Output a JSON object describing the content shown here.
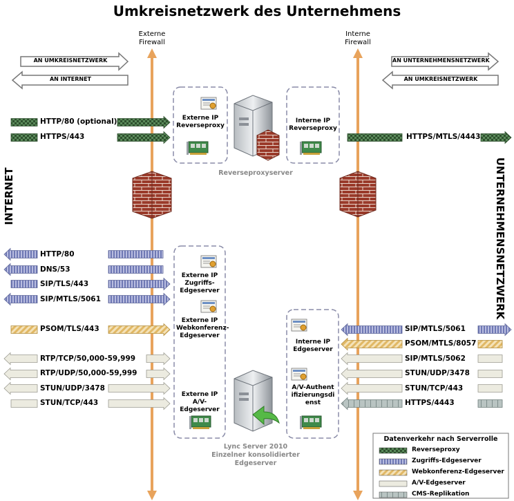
{
  "title": "Umkreisnetzwerk des Unternehmens",
  "side_labels": {
    "left": "INTERNET",
    "right": "UNTERNEHMENSNETZWERK"
  },
  "firewalls": {
    "external": {
      "line1": "Externe",
      "line2": "Firewall"
    },
    "internal": {
      "line1": "Interne",
      "line2": "Firewall"
    }
  },
  "direction_arrows": {
    "to_perimeter": "AN UMKREISNETZWERK",
    "to_internet": "AN INTERNET",
    "to_corporate": "AN UNTERNEHMENSNETZWERK",
    "to_perimeter_right": "AN UMKREISNETZWERK"
  },
  "reverse_proxy": {
    "external_ip": "Externe IP Reverseproxy",
    "internal_ip": "Interne IP Reverseproxy",
    "caption": "Reverseproxyserver"
  },
  "edge_server": {
    "access": "Externe IP Zugriffs-Edgeserver",
    "webconf": "Externe IP Webkonferenz-Edgeserver",
    "av": "Externe IP A/V-Edgeserver",
    "internal_ip": "Interne IP Edgeserver",
    "av_auth": "A/V-Authentifizierungsdienst",
    "caption_line1": "Lync Server 2010",
    "caption_line2": "Einzelner konsolidierter Edgeserver"
  },
  "left_protocols": {
    "http80_optional": "HTTP/80 (optional)",
    "https443": "HTTPS/443",
    "http80": "HTTP/80",
    "dns53": "DNS/53",
    "sip_tls_443": "SIP/TLS/443",
    "sip_mtls_5061": "SIP/MTLS/5061",
    "psom_tls_443": "PSOM/TLS/443",
    "rtp_tcp": "RTP/TCP/50,000-59,999",
    "rtp_udp": "RTP/UDP/50,000-59,999",
    "stun_udp": "STUN/UDP/3478",
    "stun_tcp": "STUN/TCP/443"
  },
  "right_protocols": {
    "https_mtls_4443": "HTTPS/MTLS/4443",
    "sip_mtls_5061": "SIP/MTLS/5061",
    "psom_mtls_8057": "PSOM/MTLS/8057",
    "sip_mtls_5062": "SIP/MTLS/5062",
    "stun_udp": "STUN/UDP/3478",
    "stun_tcp": "STUN/TCP/443",
    "https4443": "HTTPS/4443"
  },
  "legend": {
    "title": "Datenverkehr nach Serverrolle",
    "items": [
      "Reverseproxy",
      "Zugriffs-Edgeserver",
      "Webkonferenz-Edgeserver",
      "A/V-Edgeserver",
      "CMS-Replikation"
    ]
  },
  "colors": {
    "firewall_line": "#e8a35c",
    "reverse_proxy": "#3f6e3f",
    "access_edge": "#8f96c6",
    "webconf_edge": "#e9c77f",
    "av_edge": "#ecebe0",
    "cms": "#a9b6b4"
  }
}
